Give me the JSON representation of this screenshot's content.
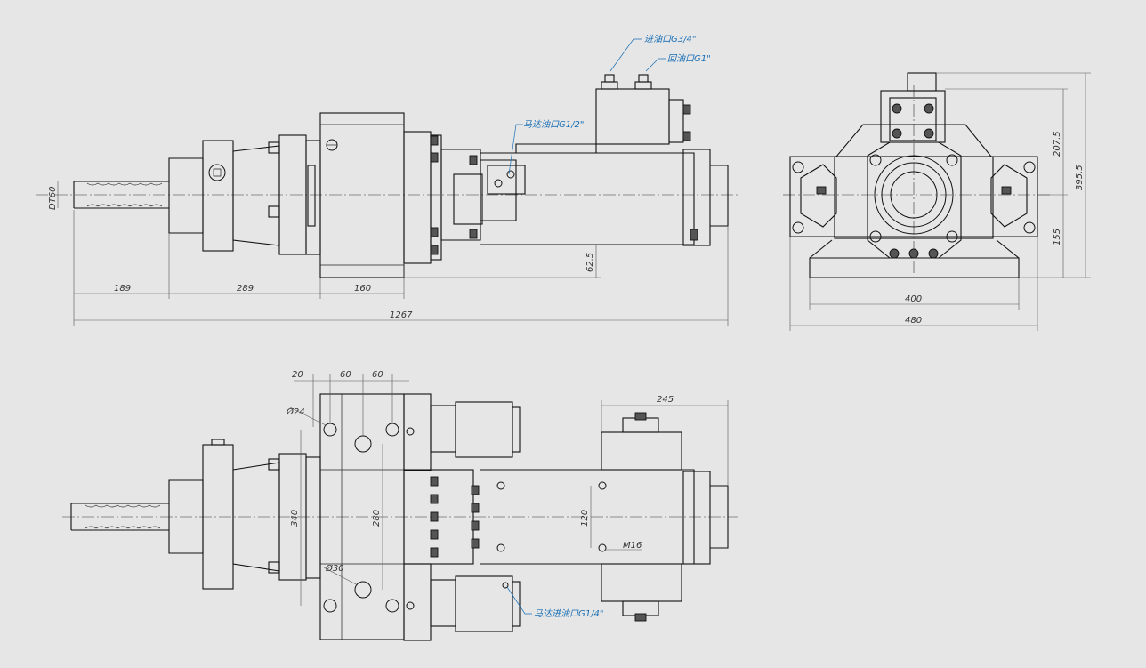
{
  "colors": {
    "background": "#e6e6e6",
    "lines": "#111111",
    "dimensions": "#444444",
    "annotations": "#1a6fb5"
  },
  "dimensions": {
    "shank": "DT60",
    "len_189": "189",
    "len_289": "289",
    "len_160": "160",
    "total_1267": "1267",
    "height_62_5": "62.5",
    "height_207_5": "207.5",
    "height_155": "155",
    "height_395_5": "395.5",
    "width_400": "400",
    "width_480": "480",
    "top_20": "20",
    "top_60a": "60",
    "top_60b": "60",
    "width_245": "245",
    "dia_24": "Ø24",
    "dia_30": "Ø30",
    "span_340": "340",
    "span_280": "280",
    "span_120": "120",
    "thread_m16": "M16"
  },
  "annotations": {
    "oil_in": "进油口G3/4\"",
    "oil_return": "回油口G1\"",
    "motor_oil": "马达油口G1/2\"",
    "motor_oil_in": "马达进油口G1/4\""
  }
}
